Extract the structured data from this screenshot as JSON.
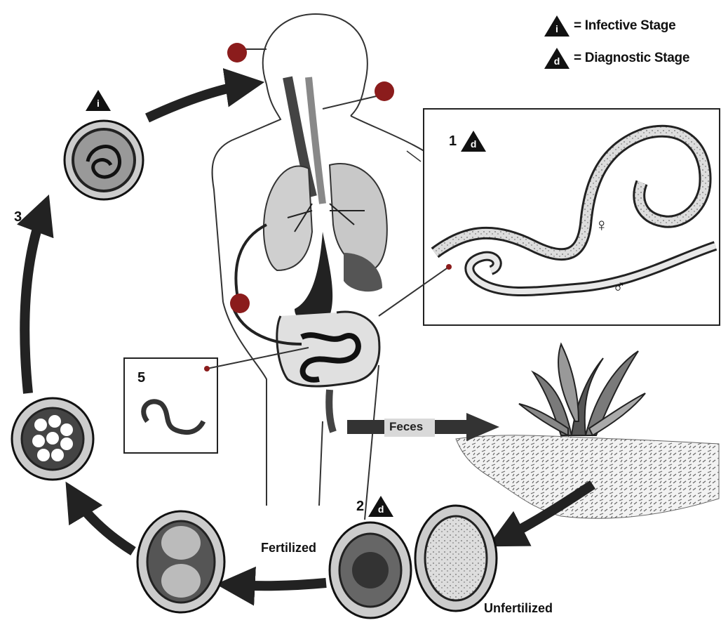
{
  "legend": {
    "infective_symbol": "i",
    "infective_label": "= Infective Stage",
    "diagnostic_symbol": "d",
    "diagnostic_label": "= Diagnostic Stage"
  },
  "steps": {
    "s1": "1",
    "s2": "2",
    "s3": "3",
    "s5": "5"
  },
  "markers": {
    "infective": "i",
    "diagnostic": "d"
  },
  "labels": {
    "female": "♀",
    "male": "♂",
    "faeces": "Feces",
    "fertilized": "Fertilized",
    "unfertilized": "Unfertilized"
  }
}
